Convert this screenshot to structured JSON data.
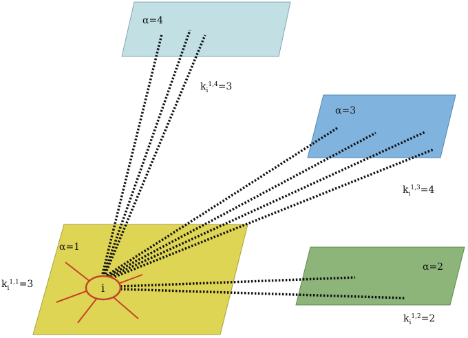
{
  "layers": [
    {
      "id": "alpha-1",
      "label": "α=1",
      "fill": "#dfd555",
      "stroke": "#a7a040"
    },
    {
      "id": "alpha-2",
      "label": "α=2",
      "fill": "#8db57a",
      "stroke": "#5e8a4c"
    },
    {
      "id": "alpha-3",
      "label": "α=3",
      "fill": "#80b4df",
      "stroke": "#4f86b5"
    },
    {
      "id": "alpha-4",
      "label": "α=4",
      "fill": "#c2e0e4",
      "stroke": "#7ea7b0"
    }
  ],
  "node": {
    "label": "i",
    "color": "#c4432a"
  },
  "degrees": [
    {
      "id": "k-1-1",
      "base": "k",
      "sub": "i",
      "sup": "1,1",
      "value": "=3"
    },
    {
      "id": "k-1-2",
      "base": "k",
      "sub": "i",
      "sup": "1,2",
      "value": "=2"
    },
    {
      "id": "k-1-3",
      "base": "k",
      "sub": "i",
      "sup": "1,3",
      "value": "=4"
    },
    {
      "id": "k-1-4",
      "base": "k",
      "sub": "i",
      "sup": "1,4",
      "value": "=3"
    }
  ],
  "link_style": {
    "color": "#111111",
    "pattern": "dotted"
  }
}
